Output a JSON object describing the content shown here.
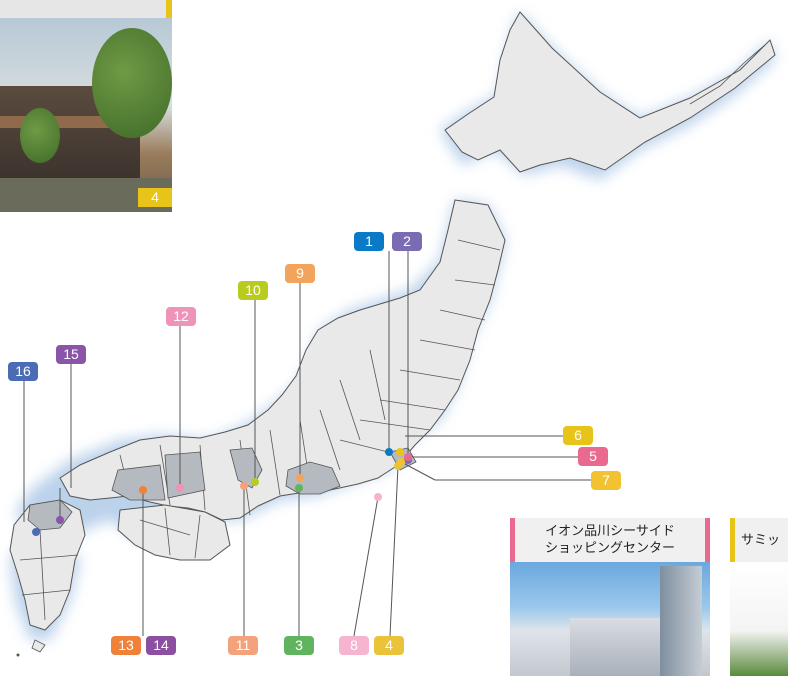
{
  "markers": [
    {
      "id": "1",
      "color": "#0a79c6"
    },
    {
      "id": "2",
      "color": "#7a6bb3"
    },
    {
      "id": "3",
      "color": "#61b45f"
    },
    {
      "id": "4",
      "color": "#eac33a"
    },
    {
      "id": "5",
      "color": "#ea6a8f"
    },
    {
      "id": "6",
      "color": "#e8c41b"
    },
    {
      "id": "7",
      "color": "#f2c230"
    },
    {
      "id": "8",
      "color": "#f5b4d0"
    },
    {
      "id": "9",
      "color": "#f2a45c"
    },
    {
      "id": "10",
      "color": "#b9cc1e"
    },
    {
      "id": "11",
      "color": "#f4a27b"
    },
    {
      "id": "12",
      "color": "#ef93b9"
    },
    {
      "id": "13",
      "color": "#ef8138"
    },
    {
      "id": "14",
      "color": "#8b4ea0"
    },
    {
      "id": "15",
      "color": "#8a55a8"
    },
    {
      "id": "16",
      "color": "#4a6cb5"
    }
  ],
  "photo_top_left": {
    "badge": "4"
  },
  "cards": {
    "shinagawa": {
      "title": "イオン品川シーサイド\nショッピングセンター",
      "accent": "#ea6a8f"
    },
    "summit": {
      "title": "サミッ",
      "accent": "#e8c41b"
    }
  }
}
